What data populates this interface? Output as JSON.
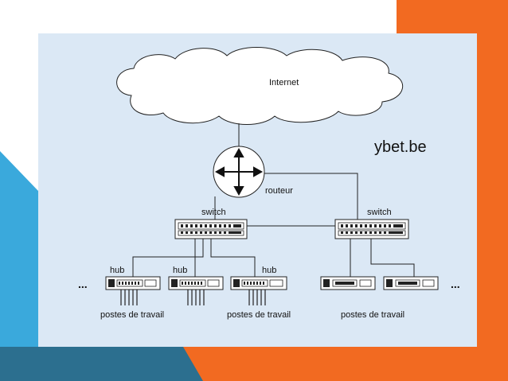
{
  "slide": {
    "colors": {
      "orange": "#f26a21",
      "blue": "#3aa9dc",
      "dark_blue": "#2c6f8f",
      "panel": "#dbe8f5"
    }
  },
  "diagram": {
    "brand": "ybet.be",
    "cloud_label": "Internet",
    "router_label": "routeur",
    "switches": [
      {
        "label": "switch"
      },
      {
        "label": "switch"
      }
    ],
    "hubs": [
      {
        "label": "hub"
      },
      {
        "label": "hub"
      },
      {
        "label": "hub"
      }
    ],
    "workstation_groups": [
      {
        "label": "postes de travail"
      },
      {
        "label": "postes de travail"
      },
      {
        "label": "postes de travail"
      }
    ],
    "ellipsis_left": "...",
    "ellipsis_right": "..."
  }
}
